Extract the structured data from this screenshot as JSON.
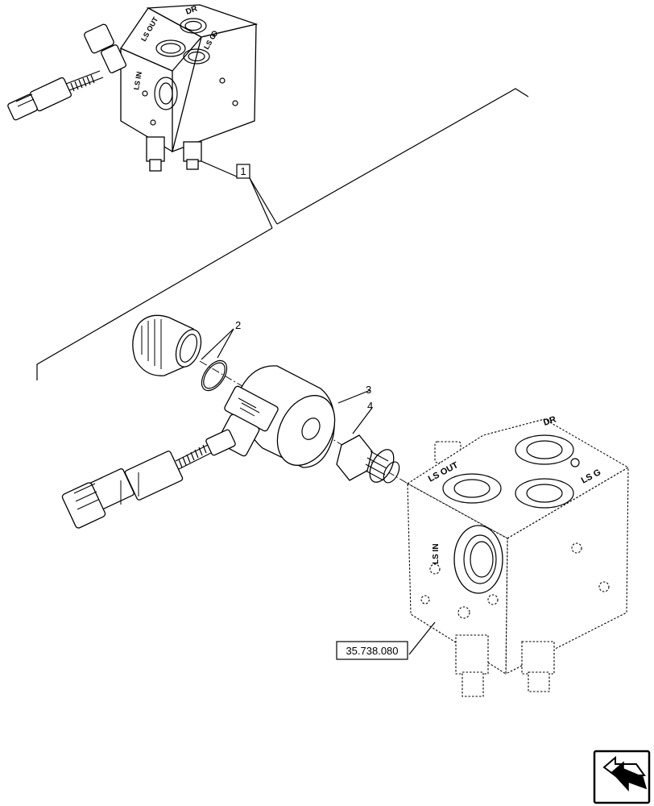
{
  "callouts": {
    "item_1": "1",
    "item_2": "2",
    "item_3": "3",
    "item_4": "4",
    "reference": "35.738.080"
  },
  "port_labels": {
    "top": {
      "ls_out": "LS OUT",
      "dr": "DR",
      "ls_g": "LS G",
      "ls_in": "LS IN"
    },
    "bottom": {
      "ls_out": "LS OUT",
      "dr": "DR",
      "ls_g": "LS G",
      "ls_in": "LS IN"
    }
  },
  "nav_icon": "arrow-nav-icon"
}
